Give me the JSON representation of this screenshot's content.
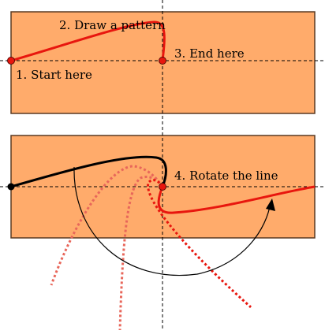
{
  "colors": {
    "panel_fill": "#ffab6b",
    "panel_stroke": "#5a3a22",
    "accent": "#e8160e",
    "dotted": "#e8665a",
    "ink": "#000000"
  },
  "panel_top": {
    "label_start": "1. Start here",
    "label_draw": "2. Draw a pattern",
    "label_end": "3. End here"
  },
  "panel_bottom": {
    "label_rotate": "4. Rotate the line"
  }
}
